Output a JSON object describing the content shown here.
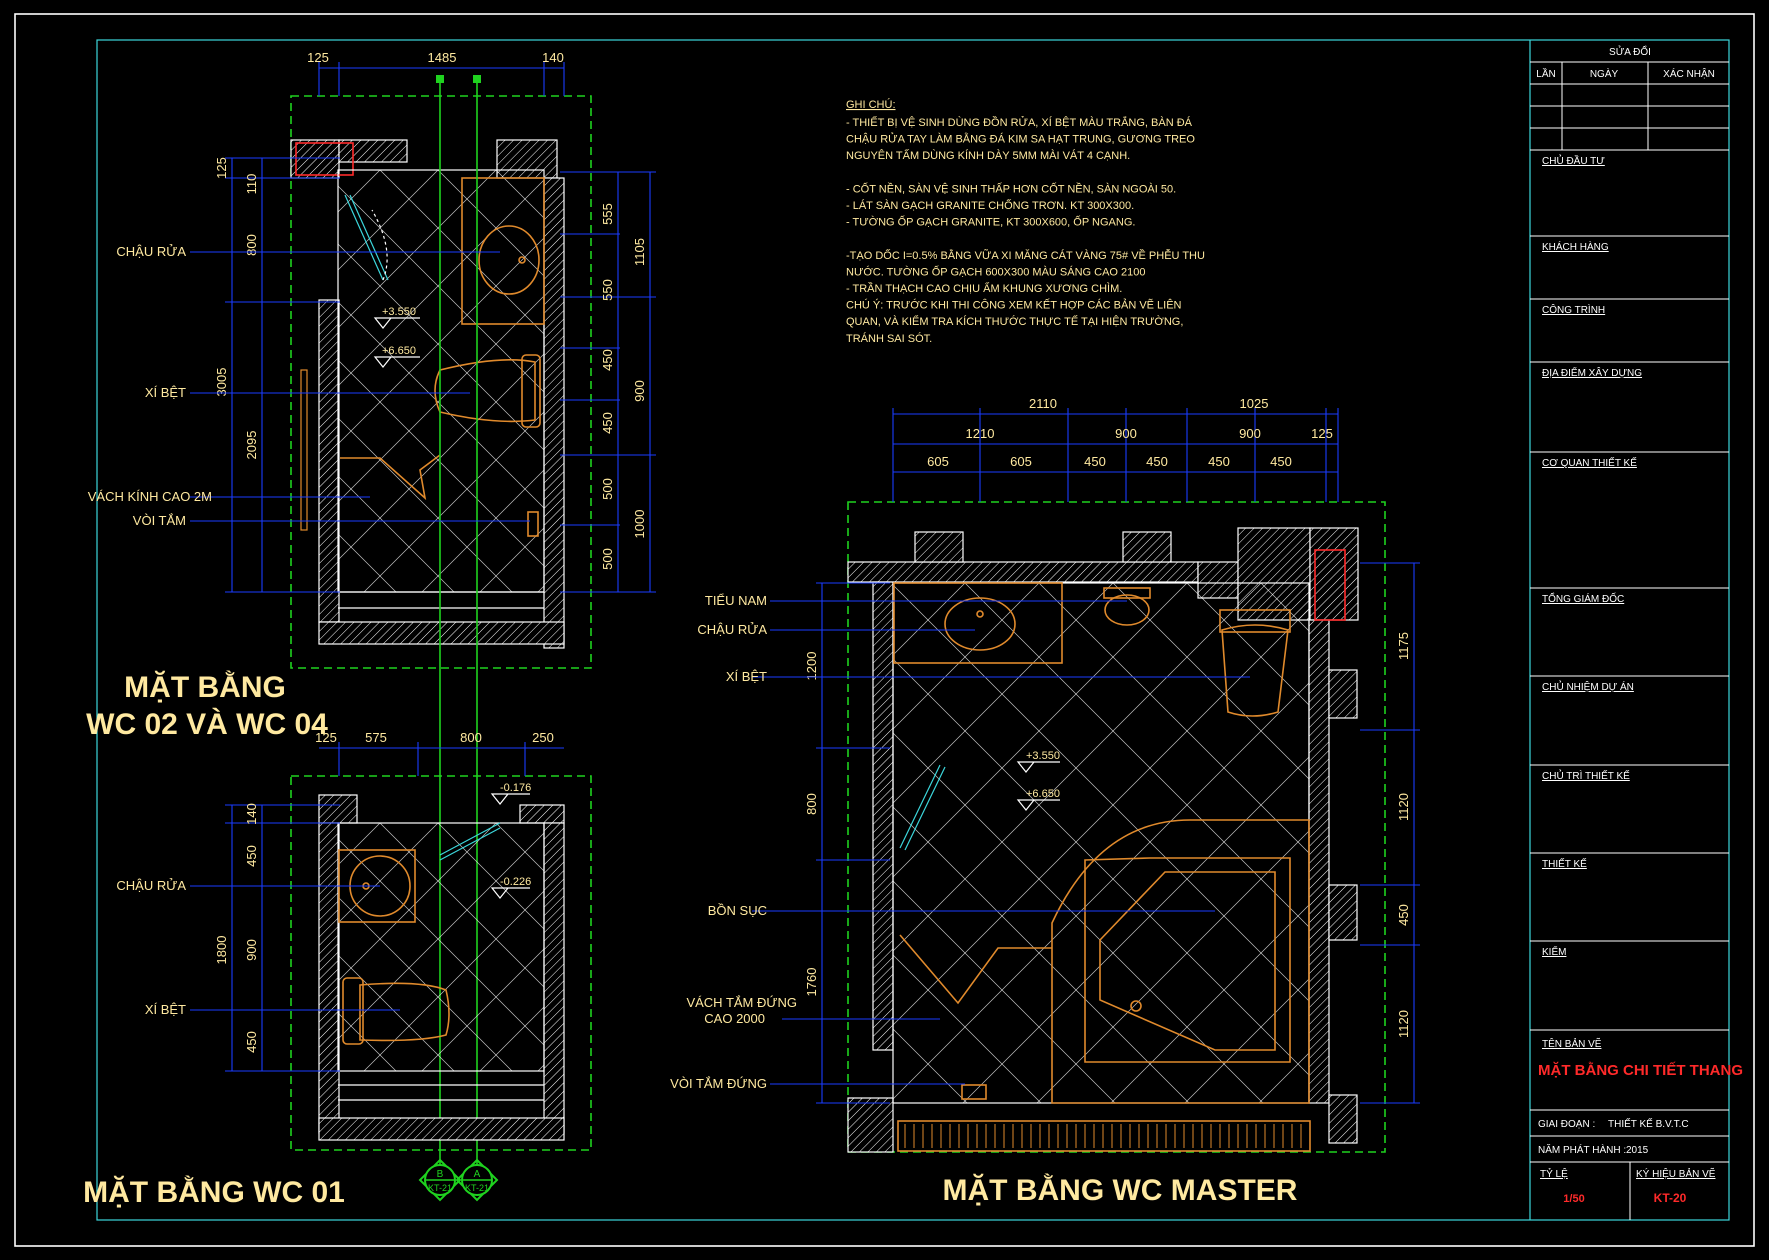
{
  "drawing": {
    "notes_title": "GHI CHÚ:",
    "notes": [
      "- THIẾT BỊ VỆ SINH DÙNG ĐỒN RỬA, XÍ BỆT MÀU TRẮNG, BÀN ĐÁ",
      "CHẬU RỬA TAY LÀM BẰNG ĐÁ KIM SA HẠT TRUNG, GƯƠNG TREO",
      "NGUYÊN TẤM DÙNG KÍNH DÀY 5MM MÀI VÁT 4 CẠNH.",
      "",
      "- CỐT NỀN, SÀN VỆ SINH THẤP HƠN CỐT NỀN, SÀN NGOÀI 50.",
      "- LÁT SÀN GẠCH GRANITE CHỐNG TRƠN. KT 300X300.",
      "- TƯỜNG ỐP GẠCH GRANITE, KT 300X600, ỐP NGANG.",
      "",
      "-TẠO DỐC I=0.5% BẰNG VỮA XI MĂNG CÁT VÀNG 75# VỀ PHỄU THU",
      "  NƯỚC. TƯỜNG ỐP  GẠCH 600X300 MÀU SÁNG CAO 2100",
      "- TRẦN THẠCH CAO CHỊU ẨM KHUNG XƯƠNG CHÌM.",
      "  CHÚ Ý: TRƯỚC KHI THI CÔNG XEM KẾT HỢP CÁC BẢN VẼ LIÊN",
      "  QUAN, VÀ KIỂM TRA KÍCH THƯỚC THỰC TẾ TẠI HIỆN TRƯỜNG,",
      "  TRÁNH SAI SÓT."
    ],
    "plans": {
      "wc02": {
        "title_line1": "MẶT BẰNG",
        "title_line2": "WC 02 VÀ WC 04",
        "top_dims": [
          "125",
          "1485",
          "140"
        ],
        "left_dims": [
          "125",
          "110",
          "800",
          "3005",
          "2095"
        ],
        "right_dims": [
          "555",
          "1105",
          "550",
          "450",
          "900",
          "450",
          "500",
          "1000",
          "500"
        ],
        "labels": [
          "CHẬU RỬA",
          "XÍ BỆT",
          "VÁCH KÍNH CAO 2M",
          "VÒI TẮM"
        ],
        "levels": [
          "+3.550",
          "+6.650"
        ]
      },
      "wc01": {
        "title": "MẶT BẰNG WC 01",
        "top_dims": [
          "125",
          "575",
          "800",
          "250"
        ],
        "left_dims": [
          "140",
          "450",
          "1800",
          "900",
          "450"
        ],
        "labels": [
          "CHẬU RỬA",
          "XÍ BỆT"
        ],
        "levels": [
          "-0.176",
          "-0.226"
        ]
      },
      "master": {
        "title": "MẶT BẰNG WC MASTER",
        "top_dims_1": [
          "2110",
          "1025"
        ],
        "top_dims_2": [
          "1210",
          "900",
          "900",
          "125"
        ],
        "top_dims_3": [
          "605",
          "605",
          "450",
          "450",
          "450",
          "450"
        ],
        "left_dims": [
          "1200",
          "800",
          "1760"
        ],
        "right_dims": [
          "1175",
          "1120",
          "450",
          "1120"
        ],
        "labels": [
          "TIỂU NAM",
          "CHẬU RỬA",
          "XÍ BỆT",
          "BỒN SỤC",
          "VÁCH TẮM ĐỨNG",
          "CAO 2000",
          "VÒI TẮM ĐỨNG"
        ],
        "levels": [
          "+3.550",
          "+6.650"
        ]
      }
    },
    "section_markers": [
      {
        "letter": "B",
        "ref": "KT-21"
      },
      {
        "letter": "A",
        "ref": "KT-21"
      }
    ]
  },
  "title_block": {
    "revisions_header": "SỬA ĐỔI",
    "rev_cols": [
      "LẦN",
      "NGÀY",
      "XÁC NHẬN"
    ],
    "fields": [
      "CHỦ ĐẦU TƯ",
      "KHÁCH HÀNG",
      "CÔNG TRÌNH",
      "ĐỊA ĐIỂM XÂY DỰNG",
      "CƠ QUAN THIẾT KẾ",
      "TỔNG GIÁM ĐỐC",
      "CHỦ NHIỆM DỰ ÁN",
      "CHỦ TRÌ THIẾT KẾ",
      "THIẾT KẾ",
      "KIỂM"
    ],
    "drawing_name_label": "TÊN BẢN VẼ",
    "drawing_name": "MẶT BẰNG CHI TIẾT THANG",
    "phase_label": "GIAI ĐOẠN :",
    "phase_value": "THIẾT KẾ B.V.T.C",
    "year_label": "NĂM PHÁT HÀNH :",
    "year_value": "2015",
    "scale_label": "TỶ LỆ",
    "scale_value": "1/50",
    "code_label": "KÝ HIỆU BẢN VẼ",
    "code_value": "KT-20"
  },
  "colors": {
    "background": "#000000",
    "border_cyan": "#3cd7dc",
    "grid_green": "#1fd21f",
    "dimension_blue": "#1a3cff",
    "text_yellow": "#ffe9a0",
    "fixture_orange": "#e08a2c",
    "accent_red": "#ff2a2a"
  }
}
